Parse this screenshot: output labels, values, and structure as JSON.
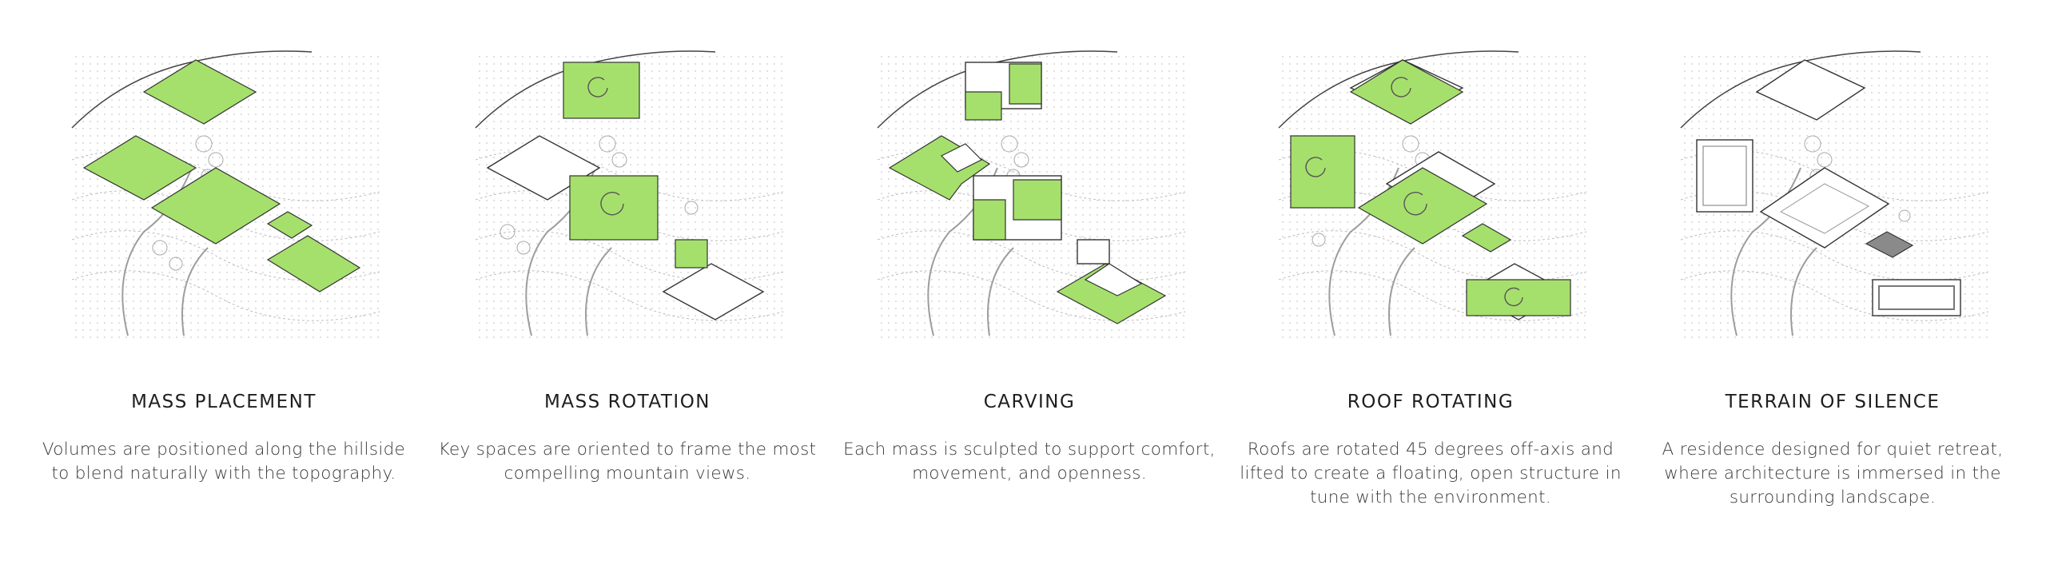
{
  "panels": [
    {
      "title": "MASS PLACEMENT",
      "desc_lines": [
        "Volumes are positioned along the hillside",
        "to blend naturally with the topography."
      ]
    },
    {
      "title": "MASS ROTATION",
      "desc_lines": [
        "Key spaces are oriented to frame the most",
        "compelling mountain views."
      ]
    },
    {
      "title": "CARVING",
      "desc_lines": [
        "Each mass is sculpted to support comfort,",
        "movement, and openness."
      ]
    },
    {
      "title": "ROOF ROTATING",
      "desc_lines": [
        "Roofs are rotated 45 degrees off-axis and",
        "lifted to create a floating, open structure in",
        "tune with the environment."
      ]
    },
    {
      "title": "TERRAIN OF SILENCE",
      "desc_lines": [
        "A residence designed for quiet retreat,",
        "where architecture is immersed in the",
        "surrounding landscape."
      ]
    }
  ],
  "colors": {
    "accent_green": "#a6e06c",
    "line": "#333333",
    "terrain": "#bdbdbd"
  }
}
